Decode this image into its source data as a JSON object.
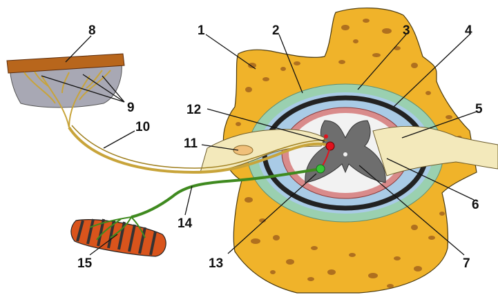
{
  "labels": [
    {
      "id": "1",
      "text": "1"
    },
    {
      "id": "2",
      "text": "2"
    },
    {
      "id": "3",
      "text": "3"
    },
    {
      "id": "4",
      "text": "4"
    },
    {
      "id": "5",
      "text": "5"
    },
    {
      "id": "6",
      "text": "6"
    },
    {
      "id": "7",
      "text": "7"
    },
    {
      "id": "8",
      "text": "8"
    },
    {
      "id": "9",
      "text": "9"
    },
    {
      "id": "10",
      "text": "10"
    },
    {
      "id": "11",
      "text": "11"
    },
    {
      "id": "12",
      "text": "12"
    },
    {
      "id": "13",
      "text": "13"
    },
    {
      "id": "14",
      "text": "14"
    },
    {
      "id": "15",
      "text": "15"
    }
  ],
  "colors": {
    "bone": "#f0b32a",
    "bone_pore": "#9a5a1c",
    "pia_green": "#9ad0b0",
    "csf_blue": "#a9cbe6",
    "dura_dark": "#222222",
    "white_matter": "#f2f2f2",
    "red_layer": "#d98b8b",
    "gray_matter": "#6e6e6e",
    "nerve_cream": "#f3e9bb",
    "sensory_nerve": "#c8a43a",
    "motor_nerve": "#3f8a1f",
    "skin": "#b8661c",
    "skin_tissue": "#a8a8b4",
    "muscle_dark": "#333333",
    "muscle_orange": "#d9541c",
    "neuron_red": "#e0121e",
    "neuron_green": "#37c837"
  }
}
